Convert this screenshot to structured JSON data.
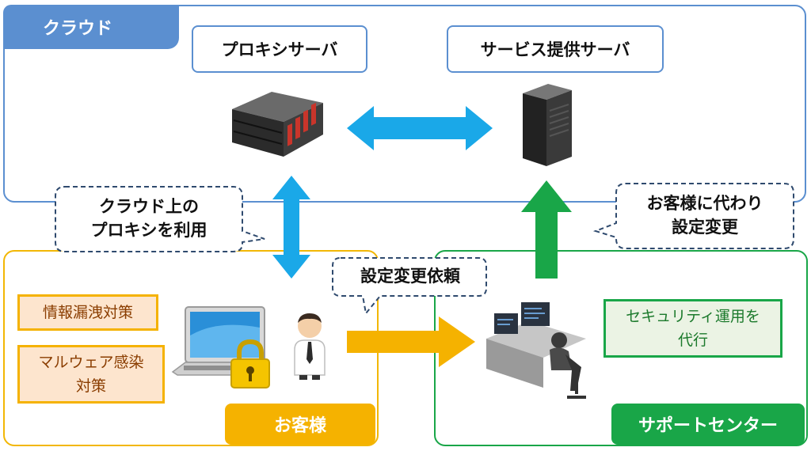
{
  "regions": {
    "cloud": "クラウド",
    "customer": "お客様",
    "support_center": "サポートセンター"
  },
  "servers": {
    "proxy": "プロキシサーバ",
    "service": "サービス提供サーバ"
  },
  "callouts": {
    "cloud_proxy_line1": "クラウド上の",
    "cloud_proxy_line2": "プロキシを利用",
    "settings_request": "設定変更依頼",
    "on_behalf_line1": "お客様に代わり",
    "on_behalf_line2": "設定変更"
  },
  "notes": {
    "info_leak": "情報漏洩対策",
    "malware_line1": "マルウェア感染",
    "malware_line2": "対策",
    "secops_line1": "セキュリティ運用を",
    "secops_line2": "代行"
  },
  "colors": {
    "cloud": "#5b8fd0",
    "customer": "#f5b200",
    "support": "#19a648",
    "arrow_blue": "#1aa8e8",
    "arrow_orange": "#f5b200",
    "arrow_green": "#19a648"
  },
  "icons": [
    "rack-server-icon",
    "tower-server-icon",
    "laptop-icon",
    "padlock-icon",
    "user-icon",
    "operator-workstation-icon"
  ]
}
